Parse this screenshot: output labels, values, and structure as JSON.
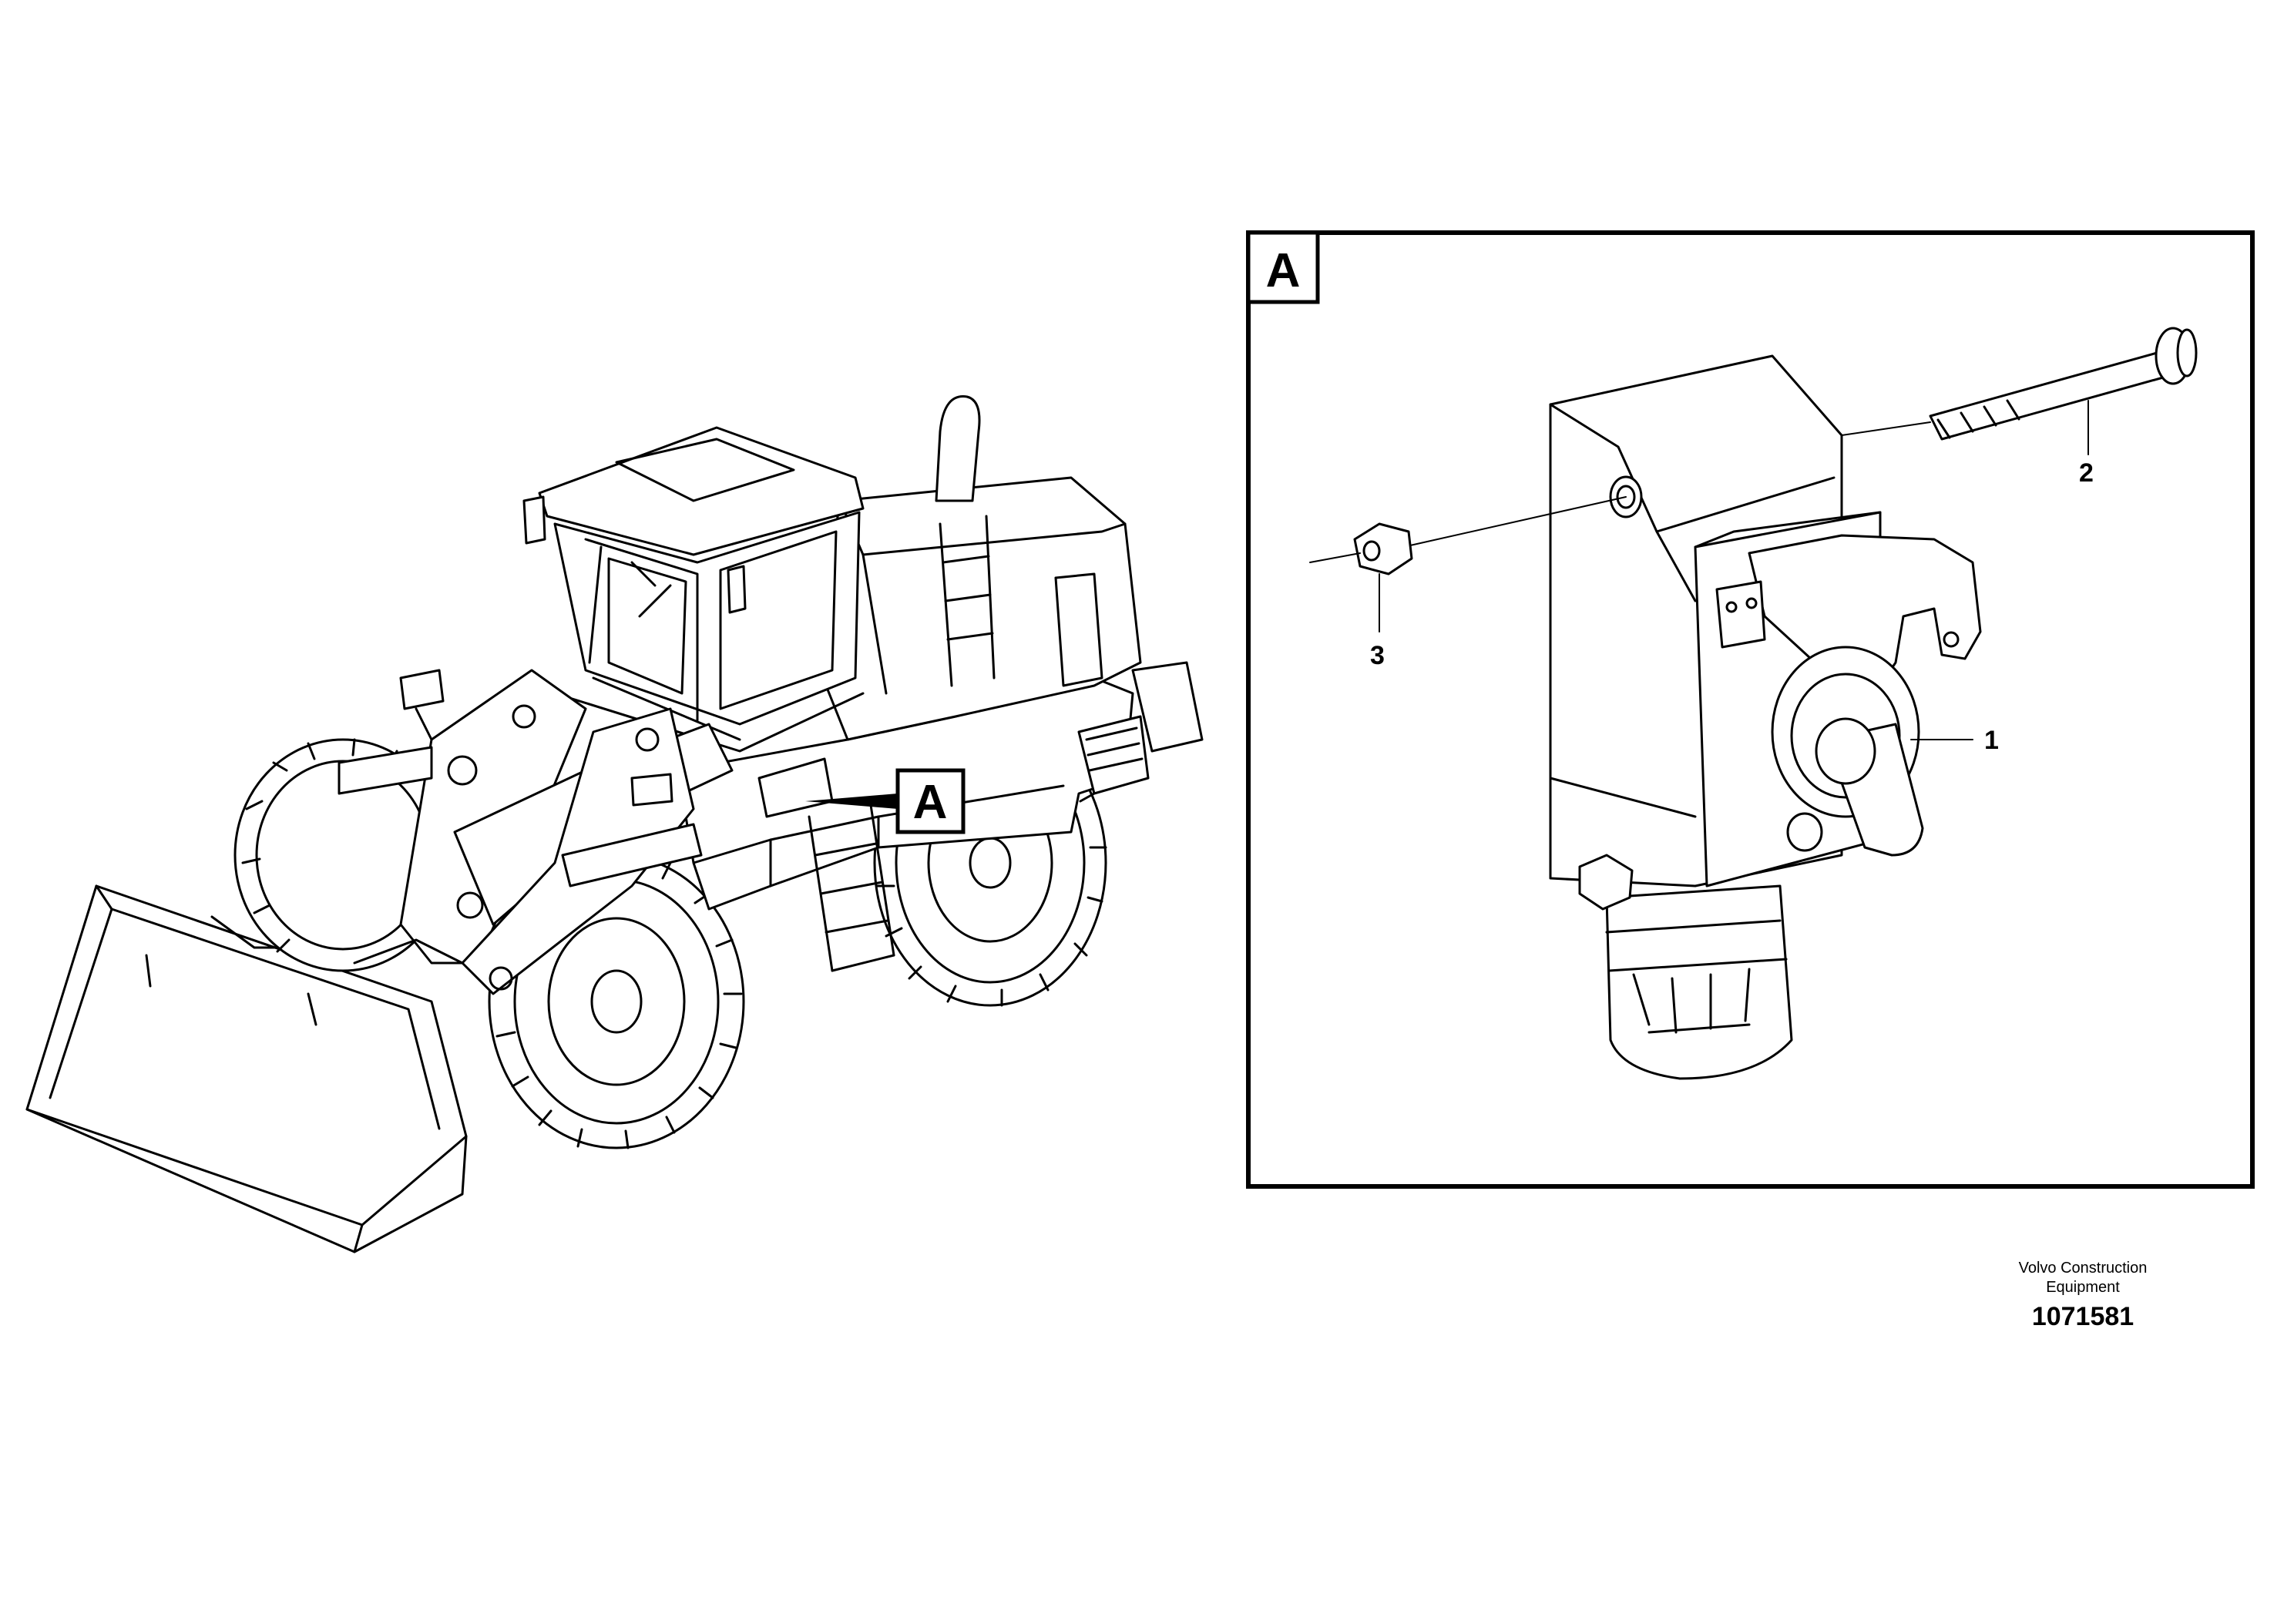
{
  "detail_view": {
    "label": "A"
  },
  "overview": {
    "pointer_label": "A"
  },
  "callouts": [
    {
      "id": "1",
      "part": "switch"
    },
    {
      "id": "2",
      "part": "bolt"
    },
    {
      "id": "3",
      "part": "nut"
    }
  ],
  "footer": {
    "company_line1": "Volvo Construction",
    "company_line2": "Equipment",
    "drawing_number": "1071581"
  }
}
